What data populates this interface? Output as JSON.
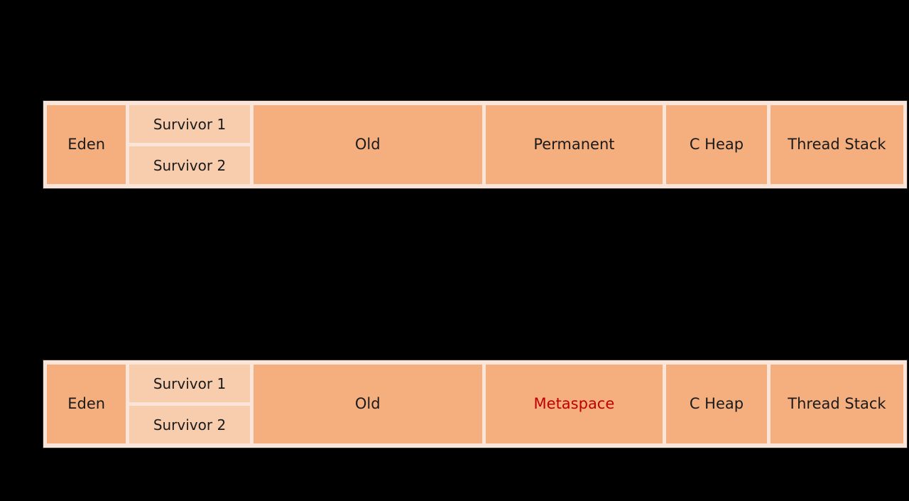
{
  "page": {
    "background_color": "#000000",
    "cell_color": "#F5AF7E",
    "survivor_color": "#F8CDAE",
    "gutter_color": "#FAE5D8",
    "border_color": "#2B2B2B",
    "text_color": "#1A1A1A",
    "accent_color": "#C00000"
  },
  "diagrams": [
    {
      "id": "heap-permgen",
      "name": "java-memory-layout-with-permanent-generation",
      "regions": {
        "eden": "Eden",
        "survivor_1": "Survivor 1",
        "survivor_2": "Survivor 2",
        "old": "Old",
        "perm_or_meta": "Permanent",
        "c_heap": "C Heap",
        "thread_stack": "Thread Stack"
      }
    },
    {
      "id": "heap-metaspace",
      "name": "java-memory-layout-with-metaspace",
      "regions": {
        "eden": "Eden",
        "survivor_1": "Survivor 1",
        "survivor_2": "Survivor 2",
        "old": "Old",
        "perm_or_meta": "Metaspace",
        "c_heap": "C Heap",
        "thread_stack": "Thread Stack"
      }
    }
  ]
}
